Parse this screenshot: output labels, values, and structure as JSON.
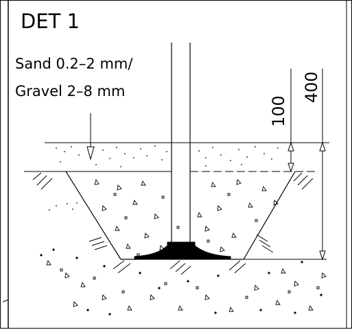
{
  "detail": {
    "title": "DET 1",
    "material_line1": "Sand 0.2–2 mm/",
    "material_line2": "Gravel 2–8 mm",
    "dim_sand_layer": "100",
    "dim_total_depth": "400"
  },
  "colors": {
    "line": "#000000",
    "background": "#ffffff"
  }
}
